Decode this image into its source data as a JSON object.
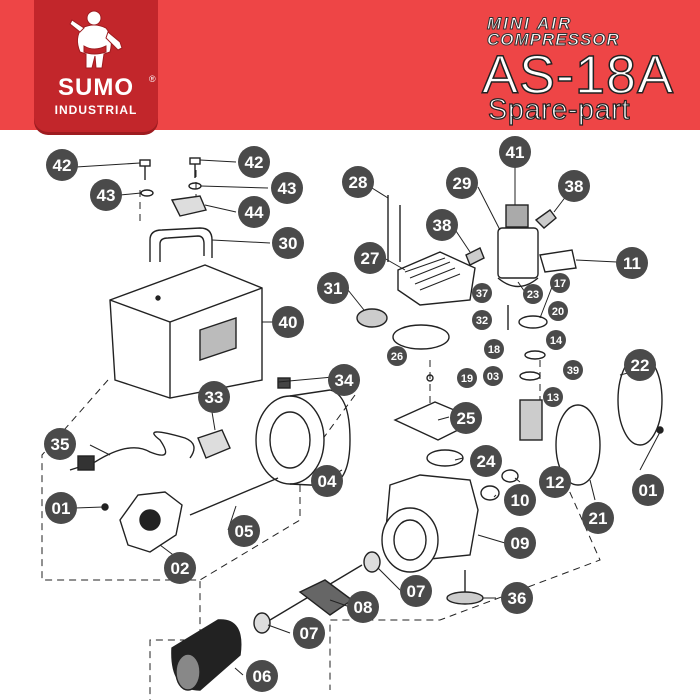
{
  "brand": {
    "name": "SUMO",
    "registered_mark": "®",
    "tagline": "INDUSTRIAL",
    "colors": {
      "header": "#ee4546",
      "logo_panel": "#c2262b",
      "text": "#ffffff"
    }
  },
  "product": {
    "line1": "MINI AIR",
    "line2": "COMPRESSOR",
    "model": "AS-18A",
    "subtitle": "Spare-part"
  },
  "callouts": [
    {
      "id": "c42a",
      "number": "42",
      "style": "large"
    },
    {
      "id": "c43a",
      "number": "43",
      "style": "large"
    },
    {
      "id": "c42b",
      "number": "42",
      "style": "large"
    },
    {
      "id": "c43b",
      "number": "43",
      "style": "large"
    },
    {
      "id": "c44",
      "number": "44",
      "style": "large"
    },
    {
      "id": "c30",
      "number": "30",
      "style": "large"
    },
    {
      "id": "c40",
      "number": "40",
      "style": "large"
    },
    {
      "id": "c28",
      "number": "28",
      "style": "large"
    },
    {
      "id": "c27",
      "number": "27",
      "style": "large"
    },
    {
      "id": "c38a",
      "number": "38",
      "style": "large"
    },
    {
      "id": "c29",
      "number": "29",
      "style": "large"
    },
    {
      "id": "c41",
      "number": "41",
      "style": "large"
    },
    {
      "id": "c38b",
      "number": "38",
      "style": "large"
    },
    {
      "id": "c11",
      "number": "11",
      "style": "large"
    },
    {
      "id": "c31",
      "number": "31",
      "style": "large"
    },
    {
      "id": "c37",
      "number": "37",
      "style": "small"
    },
    {
      "id": "c23",
      "number": "23",
      "style": "small"
    },
    {
      "id": "c17",
      "number": "17",
      "style": "small"
    },
    {
      "id": "c32",
      "number": "32",
      "style": "small"
    },
    {
      "id": "c20",
      "number": "20",
      "style": "small"
    },
    {
      "id": "c26",
      "number": "26",
      "style": "small"
    },
    {
      "id": "c18",
      "number": "18",
      "style": "small"
    },
    {
      "id": "c14",
      "number": "14",
      "style": "small"
    },
    {
      "id": "c03",
      "number": "03",
      "style": "small"
    },
    {
      "id": "c19",
      "number": "19",
      "style": "small"
    },
    {
      "id": "c39",
      "number": "39",
      "style": "small"
    },
    {
      "id": "c22",
      "number": "22",
      "style": "large"
    },
    {
      "id": "c13",
      "number": "13",
      "style": "small"
    },
    {
      "id": "c34",
      "number": "34",
      "style": "large"
    },
    {
      "id": "c33",
      "number": "33",
      "style": "large"
    },
    {
      "id": "c25",
      "number": "25",
      "style": "large"
    },
    {
      "id": "c35",
      "number": "35",
      "style": "large"
    },
    {
      "id": "c24",
      "number": "24",
      "style": "large"
    },
    {
      "id": "c04",
      "number": "04",
      "style": "large"
    },
    {
      "id": "c12",
      "number": "12",
      "style": "large"
    },
    {
      "id": "c01a",
      "number": "01",
      "style": "large"
    },
    {
      "id": "c10",
      "number": "10",
      "style": "large"
    },
    {
      "id": "c01b",
      "number": "01",
      "style": "large"
    },
    {
      "id": "c05",
      "number": "05",
      "style": "large"
    },
    {
      "id": "c21",
      "number": "21",
      "style": "large"
    },
    {
      "id": "c09",
      "number": "09",
      "style": "large"
    },
    {
      "id": "c02",
      "number": "02",
      "style": "large"
    },
    {
      "id": "c07a",
      "number": "07",
      "style": "large"
    },
    {
      "id": "c36",
      "number": "36",
      "style": "large"
    },
    {
      "id": "c08",
      "number": "08",
      "style": "large"
    },
    {
      "id": "c07b",
      "number": "07",
      "style": "large"
    },
    {
      "id": "c06",
      "number": "06",
      "style": "large"
    }
  ]
}
